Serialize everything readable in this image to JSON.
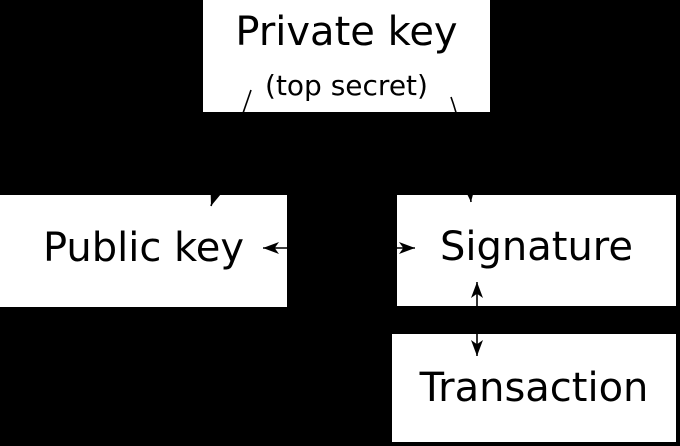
{
  "colors": {
    "background": "#000000",
    "node_fill": "#ffffff",
    "node_text": "#000000",
    "arrow": "#000000"
  },
  "nodes": {
    "private_key": {
      "label": "Private key",
      "sublabel": "(top secret)"
    },
    "public_key": {
      "label": "Public key"
    },
    "signature": {
      "label": "Signature"
    },
    "transaction": {
      "label": "Transaction"
    }
  },
  "edges": [
    {
      "from": "private_key",
      "to": "public_key",
      "direction": "one-way"
    },
    {
      "from": "private_key",
      "to": "signature",
      "direction": "one-way"
    },
    {
      "from": "public_key",
      "to": "signature",
      "direction": "two-way"
    },
    {
      "from": "signature",
      "to": "transaction",
      "direction": "two-way"
    }
  ]
}
